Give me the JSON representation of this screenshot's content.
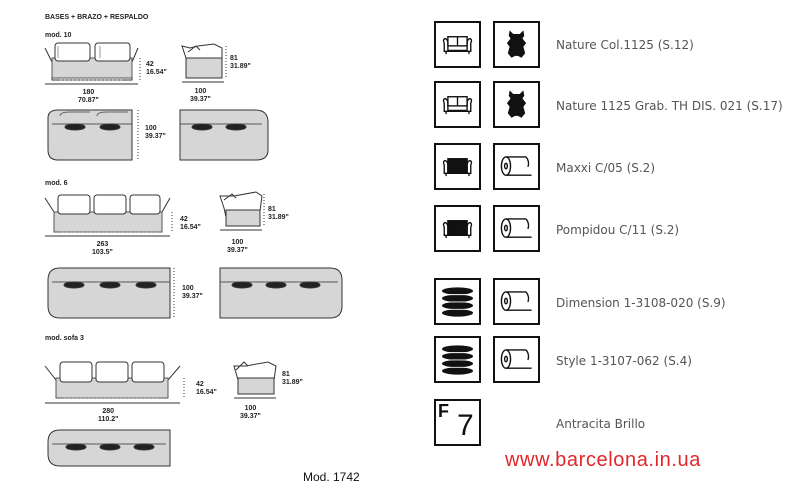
{
  "header": "BASES + BRAZO + RESPALDO",
  "models": [
    {
      "name": "mod. 10",
      "front_height": [
        "42",
        "16.54\""
      ],
      "front_width": [
        "180",
        "70.87\""
      ],
      "side_height": [
        "81",
        "31.89\""
      ],
      "side_depth": [
        "100",
        "39.37\""
      ],
      "plan_depth": [
        "100",
        "39.37\""
      ]
    },
    {
      "name": "mod. 6",
      "front_height": [
        "42",
        "16.54\""
      ],
      "front_width": [
        "263",
        "103.5\""
      ],
      "side_height": [
        "81",
        "31.89\""
      ],
      "side_depth": [
        "100",
        "39.37\""
      ],
      "plan_depth": [
        "100",
        "39.37\""
      ]
    },
    {
      "name": "mod. sofa 3",
      "front_height": [
        "42",
        "16.54\""
      ],
      "front_width": [
        "280",
        "110.2\""
      ],
      "side_height": [
        "81",
        "31.89\""
      ],
      "side_depth": [
        "100",
        "39.37\""
      ]
    }
  ],
  "model_number": "Mod. 1742",
  "materials": [
    {
      "name": "Nature Col.1125 (S.12)",
      "icons": [
        "classic-sofa-icon",
        "leather-hide-icon"
      ]
    },
    {
      "name": "Nature 1125 Grab. TH DIS. 021 (S.17)",
      "icons": [
        "classic-sofa-icon",
        "leather-hide-icon"
      ]
    },
    {
      "name": "Maxxi C/05 (S.2)",
      "icons": [
        "fabric-sofa-icon",
        "fabric-roll-icon"
      ]
    },
    {
      "name": "Pompidou C/11 (S.2)",
      "icons": [
        "fabric-sofa-icon",
        "fabric-roll-icon"
      ]
    },
    {
      "name": "Dimension 1-3108-020 (S.9)",
      "icons": [
        "stacked-cushions-icon",
        "fabric-roll-icon"
      ]
    },
    {
      "name": "Style 1-3107-062 (S.4)",
      "icons": [
        "stacked-cushions-icon",
        "fabric-roll-icon"
      ]
    }
  ],
  "finish": {
    "code_letter": "F",
    "code_number": "7",
    "name": "Antracita Brillo"
  },
  "website": "www.barcelona.in.ua"
}
